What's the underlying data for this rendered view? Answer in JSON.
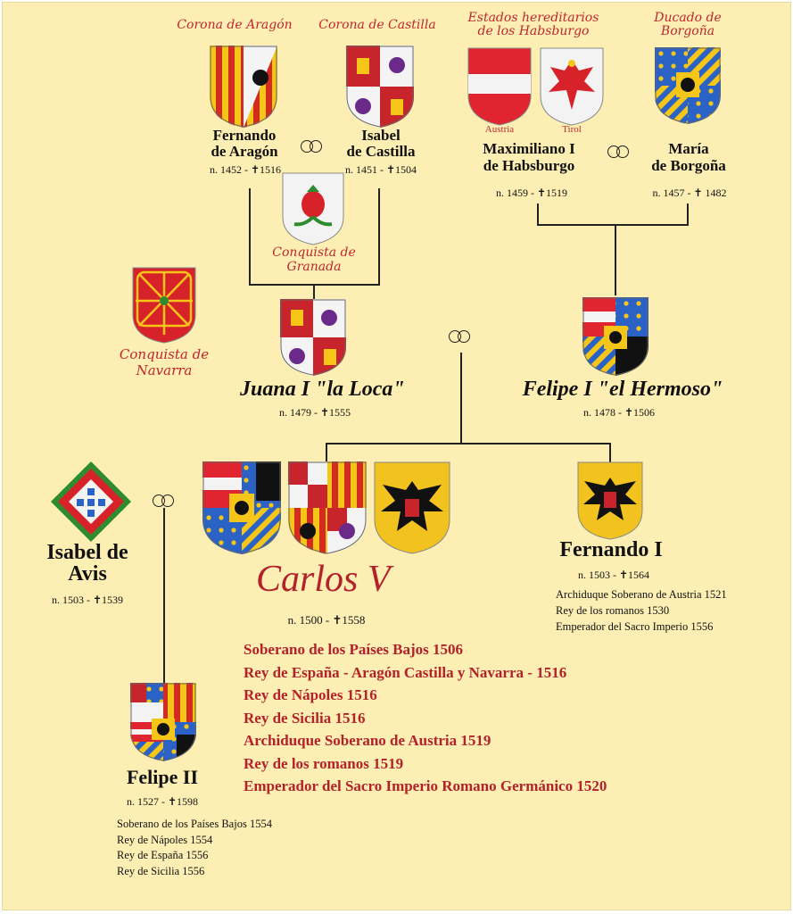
{
  "houses": {
    "aragon": "Corona de Aragón",
    "castilla": "Corona de Castilla",
    "habsburgo": "Estados hereditarios de los Habsburgo",
    "borgona": "Ducado de Borgoña"
  },
  "shield_labels": {
    "austria": "Austria",
    "tirol": "Tirol"
  },
  "persons": {
    "fernando_aragon": {
      "line1": "Fernando",
      "line2": "de Aragón",
      "dates": "n. 1452 - ✝1516"
    },
    "isabel_castilla": {
      "line1": "Isabel",
      "line2": "de Castilla",
      "dates": "n. 1451 - ✝1504"
    },
    "maximiliano": {
      "line1": "Maximiliano I",
      "line2": "de Habsburgo",
      "dates": "n. 1459 - ✝1519"
    },
    "maria_borgona": {
      "line1": "María",
      "line2": "de Borgoña",
      "dates": "n. 1457 - ✝ 1482"
    },
    "juana": {
      "name": "Juana I \"la Loca\"",
      "dates": "n. 1479 - ✝1555"
    },
    "felipe_hermoso": {
      "name": "Felipe I \"el Hermoso\"",
      "dates": "n. 1478 - ✝1506"
    },
    "isabel_avis": {
      "line1": "Isabel de",
      "line2": "Avis",
      "dates": "n. 1503 - ✝1539"
    },
    "carlos": {
      "name": "Carlos V",
      "dates": "n. 1500 - ✝1558"
    },
    "fernando_i": {
      "name": "Fernando I",
      "dates": "n. 1503 - ✝1564"
    },
    "felipe_ii": {
      "name": "Felipe II",
      "dates": "n. 1527 - ✝1598"
    }
  },
  "conquests": {
    "granada": "Conquista de Granada",
    "navarra": "Conquista de Navarra"
  },
  "titles": {
    "carlos": [
      "Soberano de los Países Bajos 1506",
      "Rey de España - Aragón Castilla y Navarra - 1516",
      "Rey de Nápoles 1516",
      "Rey de Sicilia 1516",
      "Archiduque Soberano de Austria 1519",
      "Rey de los romanos 1519",
      "Emperador del Sacro Imperio Romano Germánico 1520"
    ],
    "fernando_i": [
      "Archiduque Soberano de Austria 1521",
      "Rey de los romanos 1530",
      "Emperador del Sacro Imperio 1556"
    ],
    "felipe_ii": [
      "Soberano de los Países Bajos 1554",
      "Rey de Nápoles 1554",
      "Rey de España 1556",
      "Rey de Sicilia 1556"
    ]
  },
  "colors": {
    "background": "#fdefb4",
    "red": "#c0262d",
    "gold": "#f2c82a",
    "line": "#222222"
  }
}
